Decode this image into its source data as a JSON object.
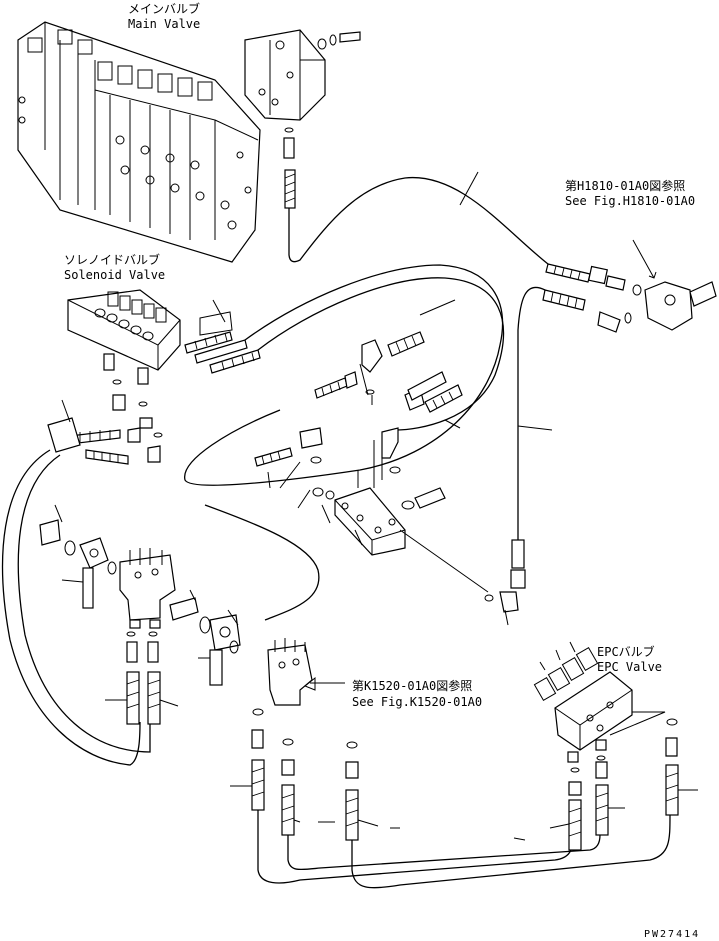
{
  "labels": {
    "main_valve_jp": "メインバルブ",
    "main_valve_en": "Main Valve",
    "solenoid_valve_jp": "ソレノイドバルブ",
    "solenoid_valve_en": "Solenoid Valve",
    "epc_valve_jp": "EPCバルブ",
    "epc_valve_en": "EPC Valve",
    "ref_h1810_jp": "第H1810-01A0図参照",
    "ref_h1810_en": "See Fig.H1810-01A0",
    "ref_k1520_jp": "第K1520-01A0図参照",
    "ref_k1520_en": "See Fig.K1520-01A0",
    "drawing_number": "PW27414"
  }
}
